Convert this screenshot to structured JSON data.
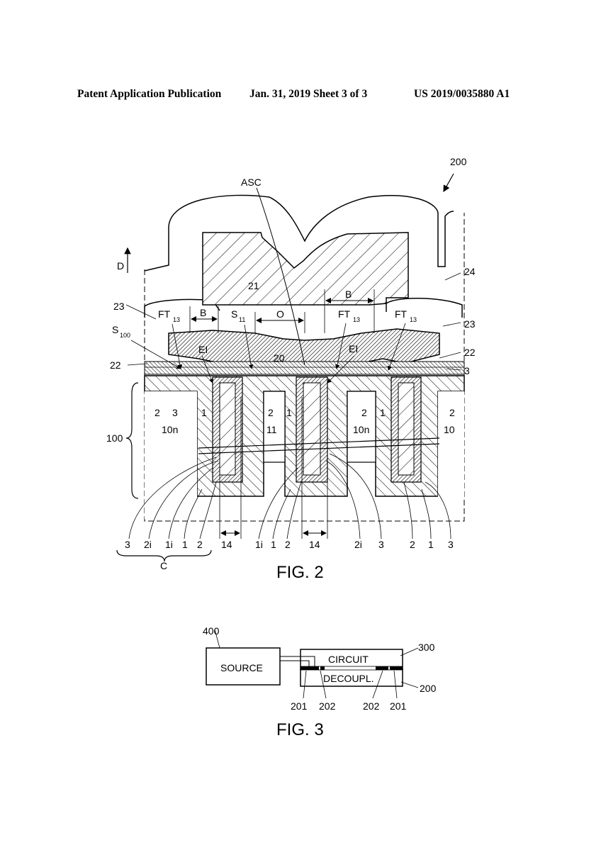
{
  "header": {
    "left": "Patent Application Publication",
    "middle": "Jan. 31, 2019  Sheet 3 of 3",
    "right": "US 2019/0035880 A1"
  },
  "fig2": {
    "caption": "FIG. 2",
    "labels": {
      "ref_200": "200",
      "asc": "ASC",
      "d": "D",
      "l24": "24",
      "l21": "21",
      "l23a": "23",
      "l23b": "23",
      "ft13a": "FT",
      "ft13b": "FT",
      "ft13c": "FT",
      "sub13": "13",
      "b1": "B",
      "b2": "B",
      "s11": "S",
      "sub11": "11",
      "o": "O",
      "s100": "S",
      "sub100": "100",
      "ei1": "EI",
      "ei2": "EI",
      "l20": "20",
      "l22a": "22",
      "l22b": "22",
      "l3r": "3",
      "l2a": "2",
      "l3a": "3",
      "l1a": "1",
      "l2b": "2",
      "l1b": "1",
      "l2c": "2",
      "l1c": "1",
      "l2d": "2",
      "l10na": "10n",
      "l11": "11",
      "l10nb": "10n",
      "l10": "10",
      "l100": "100",
      "b_3a": "3",
      "b_2ia": "2i",
      "b_1ia": "1i",
      "b_1a": "1",
      "b_2a": "2",
      "b_14a": "14",
      "b_1ib": "1i",
      "b_1b": "1",
      "b_2b": "2",
      "b_14b": "14",
      "b_2ib": "2i",
      "b_3b": "3",
      "b_2c": "2",
      "b_1c": "1",
      "b_3c": "3",
      "c": "C"
    }
  },
  "fig3": {
    "caption": "FIG. 3",
    "source": "SOURCE",
    "circuit": "CIRCUIT",
    "decoupl": "DECOUPL.",
    "l400": "400",
    "l300": "300",
    "l200": "200",
    "l201a": "201",
    "l202a": "202",
    "l202b": "202",
    "l201b": "201"
  }
}
